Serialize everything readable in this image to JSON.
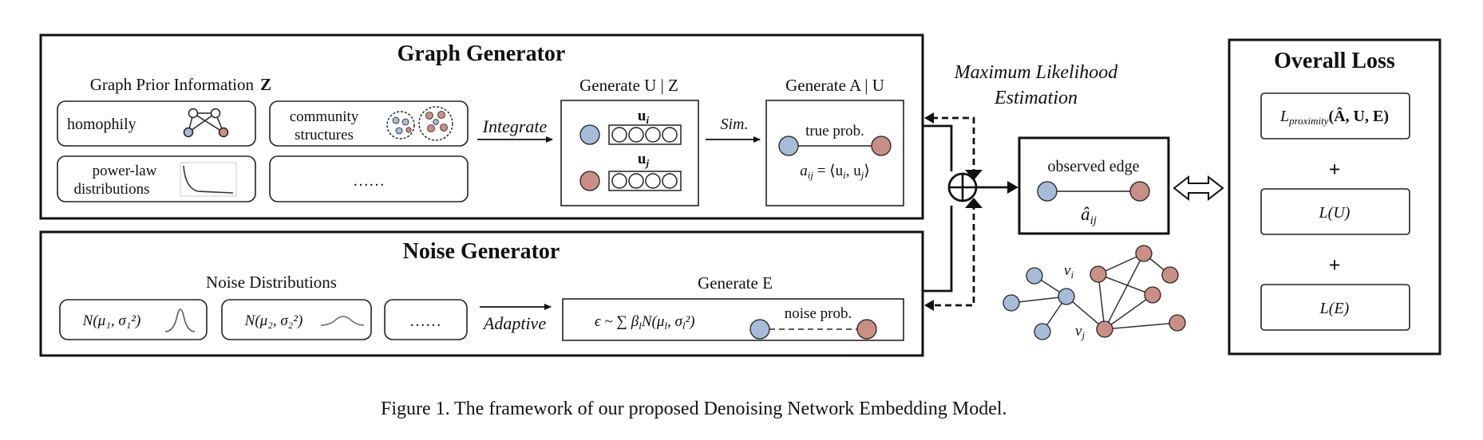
{
  "graph_generator": {
    "title": "Graph Generator",
    "prior_info_label": "Graph Prior Information",
    "prior_info_symbol": "Z",
    "prior_items": {
      "homophily": "homophily",
      "community_line1": "community",
      "community_line2": "structures",
      "powerlaw_line1": "power-law",
      "powerlaw_line2": "distributions",
      "ellipsis": "……"
    },
    "integrate_label": "Integrate",
    "gen_u_label": "Generate U | Z",
    "u_i": "u",
    "u_i_sub": "i",
    "u_j": "u",
    "u_j_sub": "j",
    "sim_label": "Sim.",
    "gen_a_label": "Generate A | U",
    "true_prob": "true prob.",
    "a_ij_formula": "a",
    "a_ij_sub": "ij",
    "a_ij_rhs": " = ⟨u",
    "a_ij_rhs_i": "i",
    "a_ij_rhs_mid": ", u",
    "a_ij_rhs_j": "j",
    "a_ij_rhs_end": "⟩"
  },
  "noise_generator": {
    "title": "Noise Generator",
    "noise_dist_label": "Noise Distributions",
    "dist1": "N(μ₁, σ₁²)",
    "dist2": "N(μ₂, σ₂²)",
    "ellipsis": "……",
    "adaptive_label": "Adaptive",
    "gen_e_label": "Generate E",
    "epsilon_formula": "ϵ ~ ∑ β",
    "epsilon_sub": "l",
    "epsilon_rest": "N(μ",
    "epsilon_mu_sub": "l",
    "epsilon_sigma": ", σ",
    "epsilon_sigma_sub": "l",
    "epsilon_end": "²)",
    "noise_prob": "noise prob."
  },
  "mle": {
    "line1": "Maximum Likelihood",
    "line2": "Estimation",
    "observed_edge": "observed edge",
    "a_hat": "â",
    "a_hat_sub": "ij",
    "v_i": "v",
    "v_i_sub": "i",
    "v_j": "v",
    "v_j_sub": "j"
  },
  "overall_loss": {
    "title": "Overall Loss",
    "term1": "L",
    "term1_sub": "proximity",
    "term1_args": "(Â, U, E)",
    "plus1": "+",
    "term2": "L(U)",
    "plus2": "+",
    "term3": "L(E)"
  },
  "caption": {
    "figure": "Figure 1.",
    "text": "The framework of our proposed Denoising Network Embedding Model."
  },
  "colors": {
    "node_blue": "#a7bcd8",
    "node_red": "#c98f86",
    "node_red_dark": "#b86c5e",
    "stroke": "#222222"
  },
  "icons": [
    "homophily-graph-icon",
    "community-clusters-icon",
    "power-law-curve-icon",
    "gaussian-peak-icon",
    "gaussian-flat-icon",
    "oplus-icon",
    "double-arrow-icon"
  ]
}
